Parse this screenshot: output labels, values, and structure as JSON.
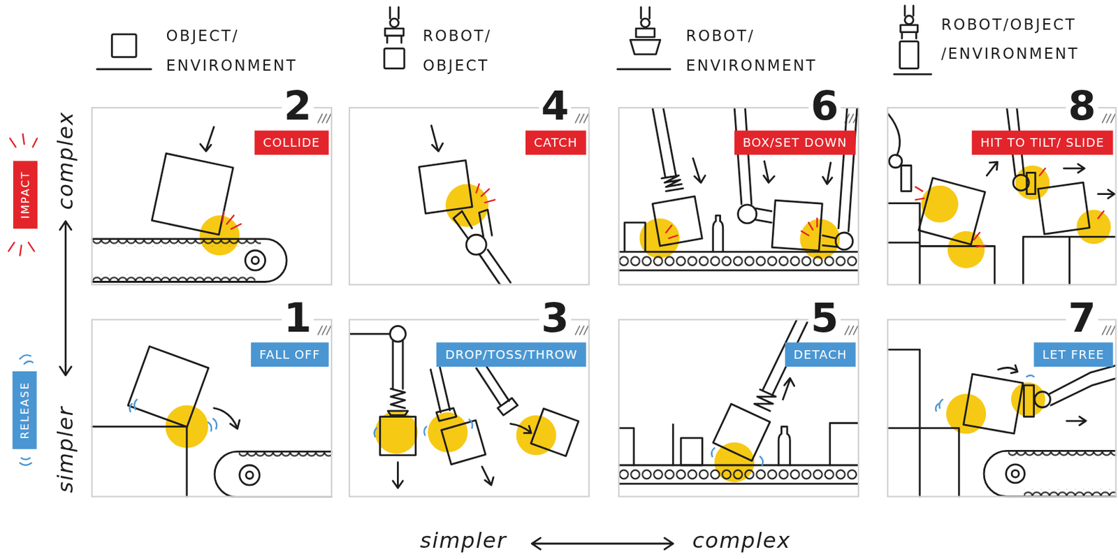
{
  "diagram": {
    "nodes": [
      {
        "text": [
          "IMPACT"
        ]
      },
      {
        "text": [
          "2"
        ]
      },
      {
        "text": [
          "COLLIDE"
        ],
        "in": 1
      },
      {
        "text": [
          "4"
        ]
      },
      {
        "text": [
          "CATCH"
        ],
        "in": 3
      },
      {
        "text": [
          "6"
        ]
      },
      {
        "text": [
          "BOX/SET DOWN"
        ],
        "in": 5
      },
      {
        "text": [
          "8"
        ]
      },
      {
        "text": [
          "HIT TO TILT/ SLIDE"
        ],
        "in": 7
      },
      {
        "text": [
          "RELEASE"
        ]
      },
      {
        "text": [
          "1"
        ]
      },
      {
        "text": [
          "FALL OFF"
        ],
        "in": 10
      },
      {
        "text": [
          "3"
        ]
      },
      {
        "text": [
          "DROP/TOSS/THROW"
        ],
        "in": 12
      },
      {
        "text": [
          "5"
        ]
      },
      {
        "text": [
          "DETACH"
        ],
        "in": 14
      },
      {
        "text": [
          "7"
        ]
      },
      {
        "text": [
          "LET FREE"
        ],
        "in": 16
      }
    ],
    "labels": [
      "OBJECT/ ENVIRONMENT",
      "ROBOT/ OBJECT",
      "ROBOT/ ENVIRONMENT",
      "ROBOT/OBJECT /ENVIRONMENT",
      "complex",
      "simpler",
      "simpler",
      "complex"
    ]
  }
}
